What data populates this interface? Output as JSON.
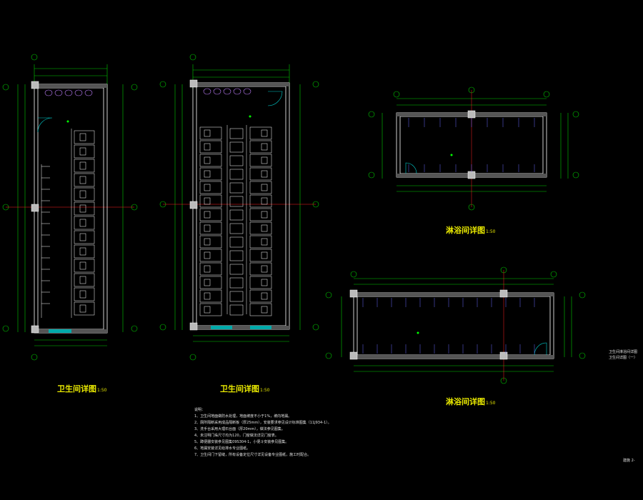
{
  "drawings": [
    {
      "title": "卫生间详图",
      "scale": "1:50"
    },
    {
      "title": "卫生间详图",
      "scale": "1:50"
    },
    {
      "title": "淋浴间详图",
      "scale": "1:50"
    },
    {
      "title": "淋浴间详图",
      "scale": "1:50"
    }
  ],
  "notes_heading": "说明：",
  "notes": [
    "1、卫生间地面做防水处理，地面坡度不小于1%，坡向地漏。",
    "2、厕所隔断采用成品隔断板（厚25mm），安装要求参见设计标准图集（11J934-1）。",
    "3、洗手台采用大理石台面（厚20mm），做法参见图集。",
    "4、未注明门垛尺寸均为120，门窗做法详见门窗表。",
    "5、蹲便器安装参见图集09S304-1，小便斗安装参见图集。",
    "6、地漏安装详见给排水专业图纸。",
    "7、卫生间门下留缝，所有设备定位尺寸详见设备专业图纸，施工时配合。"
  ],
  "side_label_line1": "卫生间淋浴间详图",
  "side_label_line2": "卫生间详图（一）",
  "sheet_label": "建施 2-"
}
